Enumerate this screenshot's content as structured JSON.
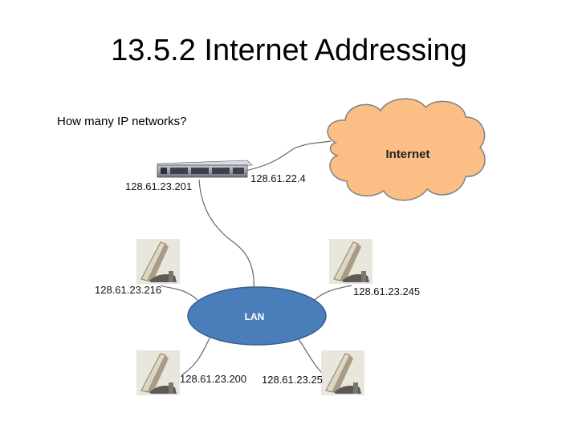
{
  "title": "13.5.2 Internet Addressing",
  "question": "How many IP networks?",
  "cloud": {
    "label": "Internet",
    "color": "#fbbf85"
  },
  "lan": {
    "label": "LAN",
    "color": "#4a7ebb"
  },
  "router": {
    "ip_lan": "128.61.23.201",
    "ip_wan": "128.61.22.4"
  },
  "hosts": [
    {
      "ip": "128.61.23.216"
    },
    {
      "ip": "128.61.23.245"
    },
    {
      "ip": "128.61.23.200"
    },
    {
      "ip": "128.61.23.25"
    }
  ]
}
